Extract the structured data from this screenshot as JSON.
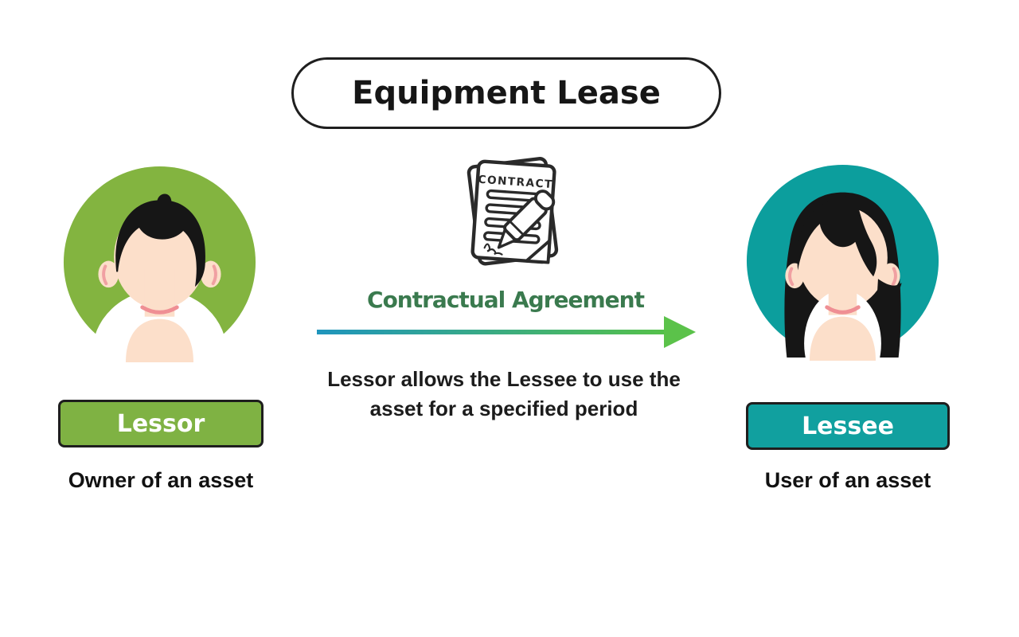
{
  "title": "Equipment Lease",
  "center": {
    "contract_icon_label": "CONTRACT",
    "agreement_label": "Contractual Agreement",
    "description_line1": "Lessor allows the Lessee to use the",
    "description_line2": "asset for a specified period"
  },
  "lessor": {
    "badge_label": "Lessor",
    "caption": "Owner of an asset"
  },
  "lessee": {
    "badge_label": "Lessee",
    "caption": "User of an asset"
  },
  "colors": {
    "lessor_green": "#7fb243",
    "lessor_circle_green": "#83b440",
    "lessee_teal": "#11a09f",
    "lessee_circle_teal": "#0c9e9d",
    "agreement_text_green": "#3a7a4e",
    "arrow_gradient_start": "#1f95bd",
    "arrow_gradient_end": "#55c14a",
    "arrowhead_green": "#5bc24a",
    "outline_black": "#1e1e1e",
    "icon_outline": "#2a2a2a",
    "skin": "#fcdfca",
    "hair_black": "#161616",
    "accent_pink": "#f0989a"
  }
}
